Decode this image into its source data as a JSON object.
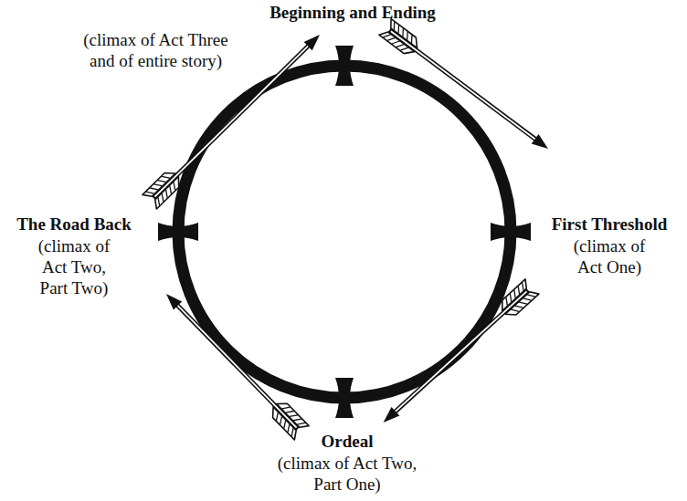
{
  "diagram": {
    "nodes": [
      {
        "text": [
          "Beginning and Ending",
          "(climax of Act Three and of entire story)"
        ]
      },
      {
        "text": [
          "The Road Back",
          "(climax of Act Two, Part Two)"
        ]
      },
      {
        "text": [
          "First Threshold",
          "(climax of Act One)"
        ]
      },
      {
        "text": [
          "Ordeal",
          "(climax of Act Two, Part One)"
        ]
      }
    ],
    "edges": [
      {
        "from": 0,
        "to": 2,
        "arrow": "to"
      },
      {
        "from": 2,
        "to": 3,
        "arrow": "to"
      },
      {
        "from": 3,
        "to": 1,
        "arrow": "to"
      },
      {
        "from": 1,
        "to": 0,
        "arrow": "to"
      }
    ]
  }
}
